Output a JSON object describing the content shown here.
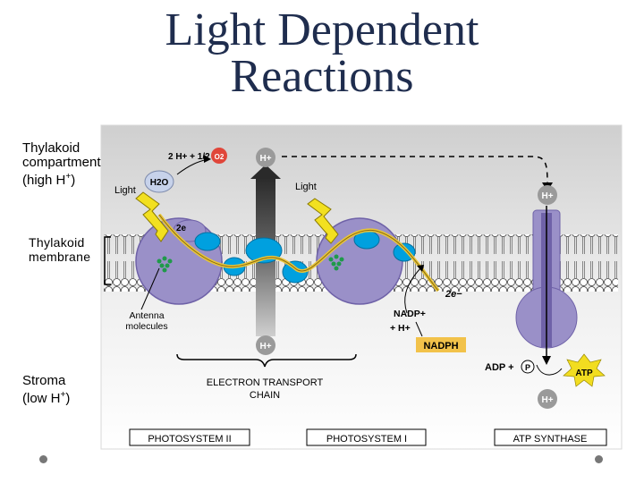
{
  "slide": {
    "title_line1": "Light Dependent",
    "title_line2": "Reactions"
  },
  "labels": {
    "thylakoid_compartment": "Thylakoid",
    "thylakoid_compartment_2": "compartment",
    "high_h": "(high H",
    "high_h_sup": "+",
    "high_h_end": ")",
    "thylakoid_membrane": "Thylakoid",
    "thylakoid_membrane_2": "membrane",
    "stroma": "Stroma",
    "low_h": "(low H",
    "low_h_sup": "+",
    "low_h_end": ")",
    "light_left": "Light",
    "light_right": "Light",
    "water": "H2O",
    "oxygen_reaction": "2 H+ + 1/2 O2",
    "o2": "O2",
    "two_e_top": "2e",
    "two_e_right": "2e−",
    "antenna": "Antenna",
    "antenna_2": "molecules",
    "nadp": "NADP+",
    "nadp_2": "+ H+",
    "nadph": "NADPH",
    "adp_p": "ADP +",
    "p": "P",
    "atp": "ATP",
    "h_plus": "H+",
    "etc": "ELECTRON TRANSPORT",
    "etc_2": "CHAIN",
    "ps2": "PHOTOSYSTEM II",
    "ps1": "PHOTOSYSTEM I",
    "atp_synthase": "ATP SYNTHASE"
  },
  "colors": {
    "title": "#1f2d4e",
    "panel_top": "#cfcfcf",
    "panel_bottom": "#ffffff",
    "membrane_band": "#bfbfbf",
    "lipid_head": "#00a0df",
    "photosystem": "#9a90c8",
    "photosystem_dark": "#6f62a8",
    "electron_path": "#e8c63a",
    "proton_circle": "#9a9a9a",
    "nadph_box": "#f2c24a",
    "atp_star": "#f2dd20",
    "lightning": "#f2e020",
    "oxygen": "#e0463a",
    "antenna_green": "#1f9a4a"
  }
}
